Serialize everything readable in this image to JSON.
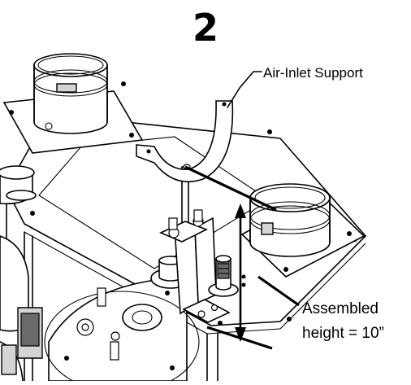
{
  "diagram": {
    "step_number": "2",
    "callouts": {
      "support_label": "Air-Inlet Support",
      "height_label_line1": "Assembled",
      "height_label_line2": "height = 10”"
    }
  }
}
